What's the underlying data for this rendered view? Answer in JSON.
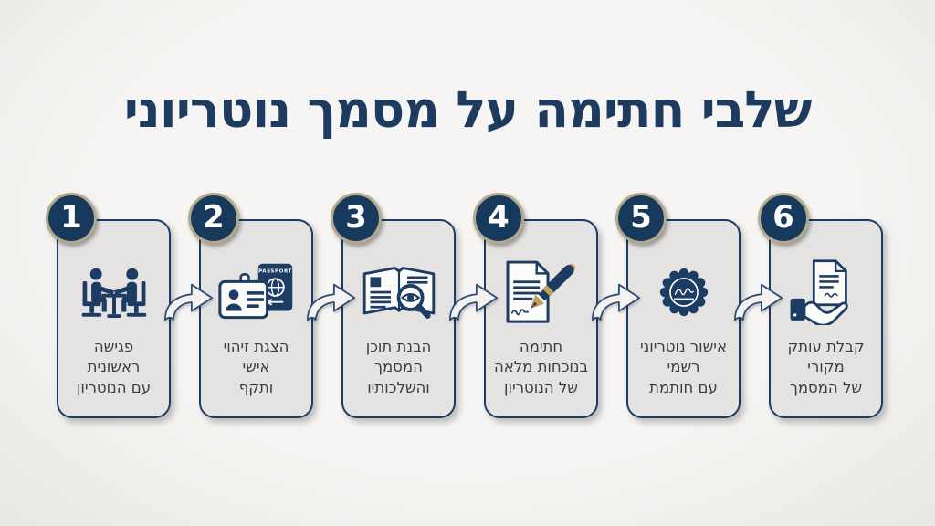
{
  "title": "שלבי חתימה על מסמך נוטריוני",
  "passport_label": "PASSPORT",
  "colors": {
    "navy": "#1d3c63",
    "badge_navy": "#16395c",
    "badge_ring_gold": "#b3a98c",
    "pen_gold": "#c2a05a",
    "card_bg": "#e4e3e1",
    "background": "#f1f0ee",
    "label_text": "#3d3d3d",
    "title_text": "#1c3b5f"
  },
  "steps": [
    {
      "number": "1",
      "label": "פגישה\nראשונית\nעם הנוטריון",
      "icon": "meeting-icon"
    },
    {
      "number": "2",
      "label": "הצגת זיהוי\nאישי\nותקף",
      "icon": "id-passport-icon"
    },
    {
      "number": "3",
      "label": "הבנת תוכן\nהמסמך\nוהשלכותיו",
      "icon": "document-review-icon"
    },
    {
      "number": "4",
      "label": "חתימה\nבנוכחות מלאה\nשל הנוטריון",
      "icon": "signing-pen-icon"
    },
    {
      "number": "5",
      "label": "אישור נוטריוני\nרשמי\nעם חותמת",
      "icon": "notary-seal-icon"
    },
    {
      "number": "6",
      "label": "קבלת עותק\nמקורי\nשל המסמך",
      "icon": "receive-copy-icon"
    }
  ]
}
